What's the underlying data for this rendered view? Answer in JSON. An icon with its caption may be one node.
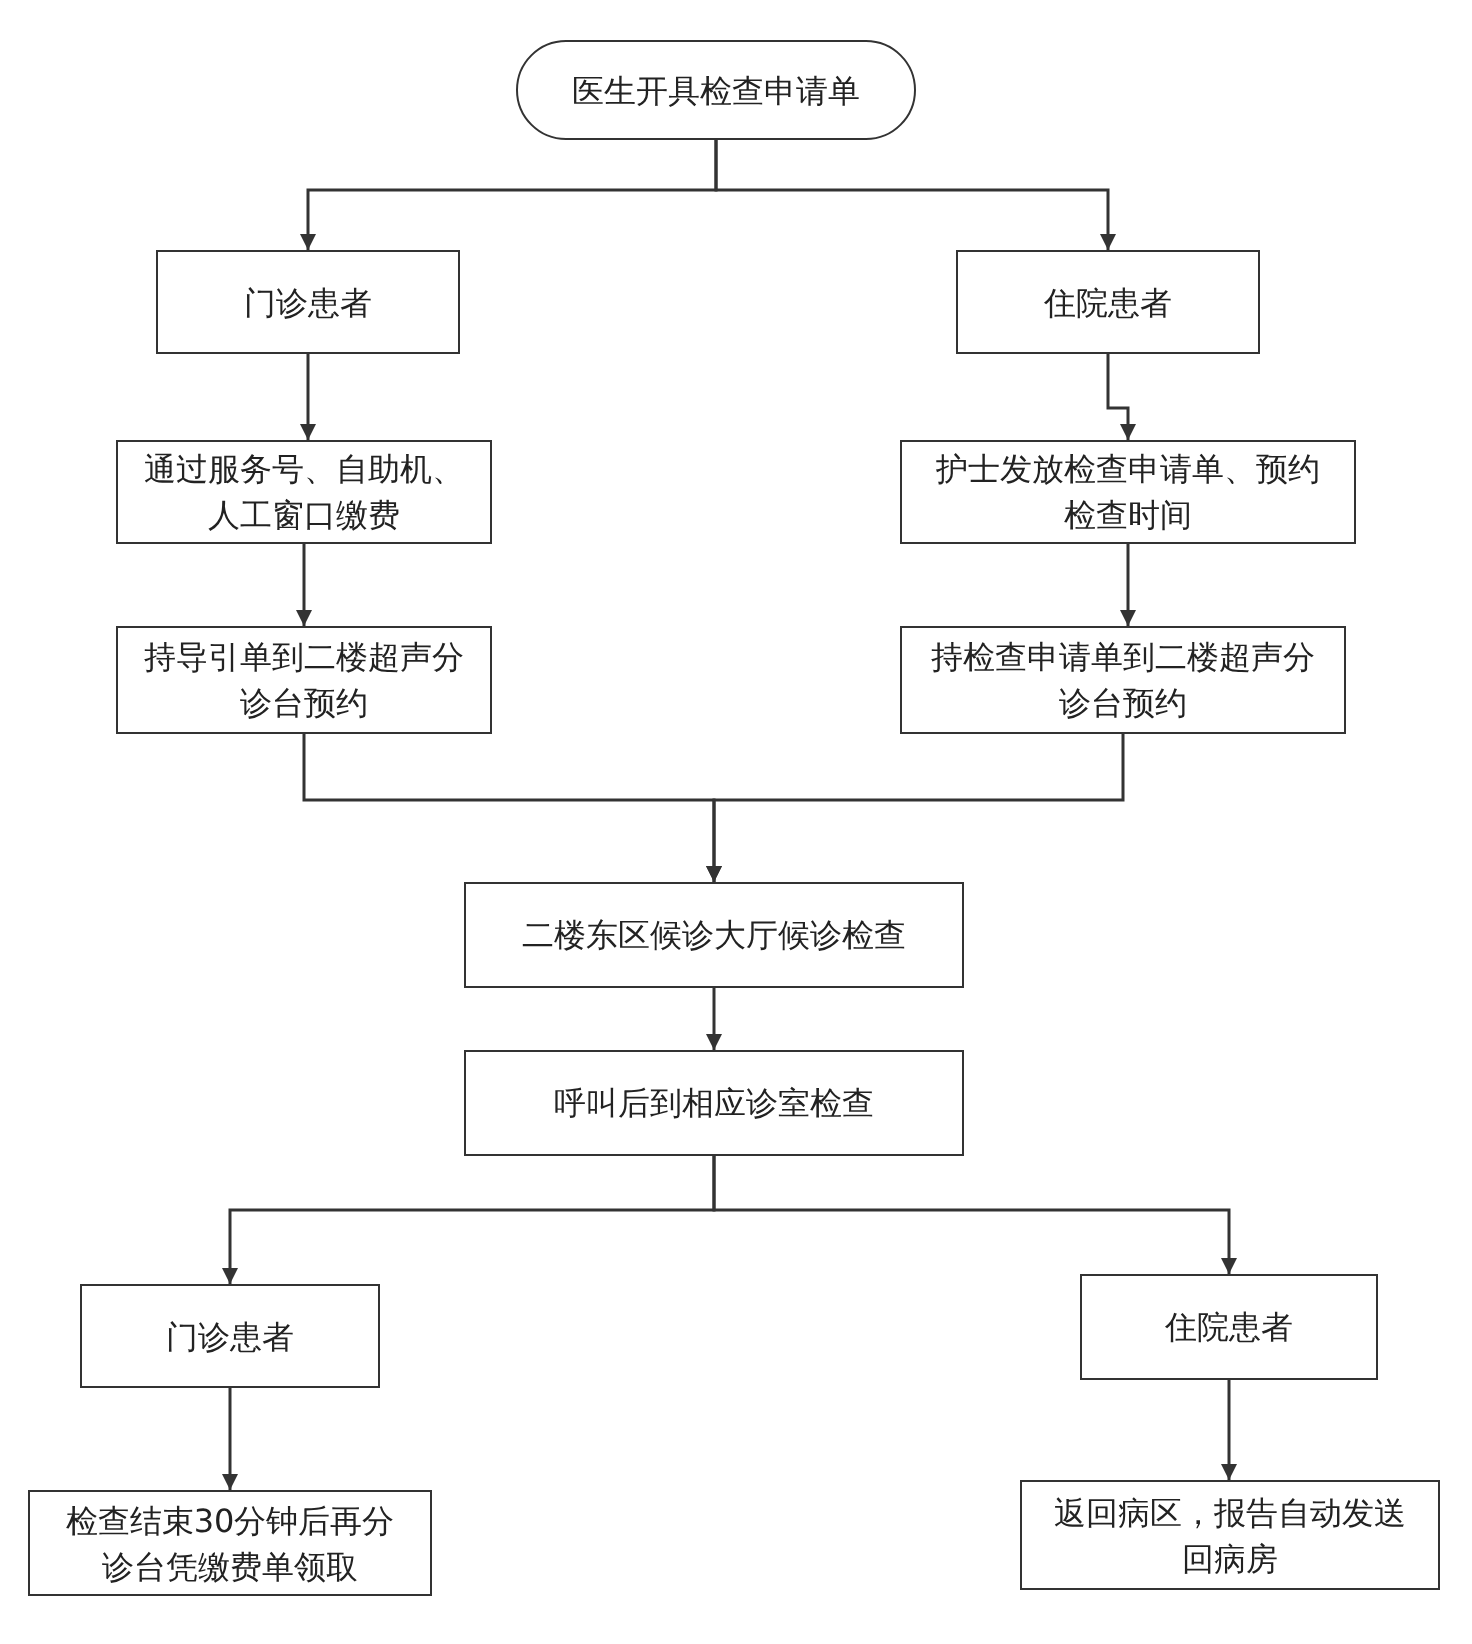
{
  "diagram": {
    "nodes": [
      {
        "text": [
          "医生开具检查申请单"
        ]
      },
      {
        "text": [
          "门诊患者"
        ]
      },
      {
        "text": [
          "住院患者"
        ]
      },
      {
        "text": [
          "通过服务号、自助机、人工窗口缴费"
        ]
      },
      {
        "text": [
          "护士发放检查申请单、预约检查时间"
        ]
      },
      {
        "text": [
          "持导引单到二楼超声分诊台预约"
        ]
      },
      {
        "text": [
          "持检查申请单到二楼超声分诊台预约"
        ]
      },
      {
        "text": [
          "二楼东区候诊大厅候诊检查"
        ]
      },
      {
        "text": [
          "呼叫后到相应诊室检查"
        ]
      },
      {
        "text": [
          "门诊患者"
        ]
      },
      {
        "text": [
          "住院患者"
        ]
      },
      {
        "text": [
          "检查结束30分钟后再分诊台凭缴费单领取"
        ]
      },
      {
        "text": [
          "返回病区，报告自动发送回病房"
        ]
      }
    ],
    "edges": [
      {
        "from": 0,
        "to": 1,
        "arrow": "to"
      },
      {
        "from": 0,
        "to": 2,
        "arrow": "to"
      },
      {
        "from": 1,
        "to": 3,
        "arrow": "to"
      },
      {
        "from": 2,
        "to": 4,
        "arrow": "to"
      },
      {
        "from": 3,
        "to": 5,
        "arrow": "to"
      },
      {
        "from": 4,
        "to": 6,
        "arrow": "to"
      },
      {
        "from": 5,
        "to": 7,
        "arrow": "to"
      },
      {
        "from": 6,
        "to": 7,
        "arrow": "to"
      },
      {
        "from": 7,
        "to": 8,
        "arrow": "to"
      },
      {
        "from": 8,
        "to": 9,
        "arrow": "to"
      },
      {
        "from": 8,
        "to": 10,
        "arrow": "to"
      },
      {
        "from": 9,
        "to": 11,
        "arrow": "to"
      },
      {
        "from": 10,
        "to": 12,
        "arrow": "to"
      }
    ]
  }
}
